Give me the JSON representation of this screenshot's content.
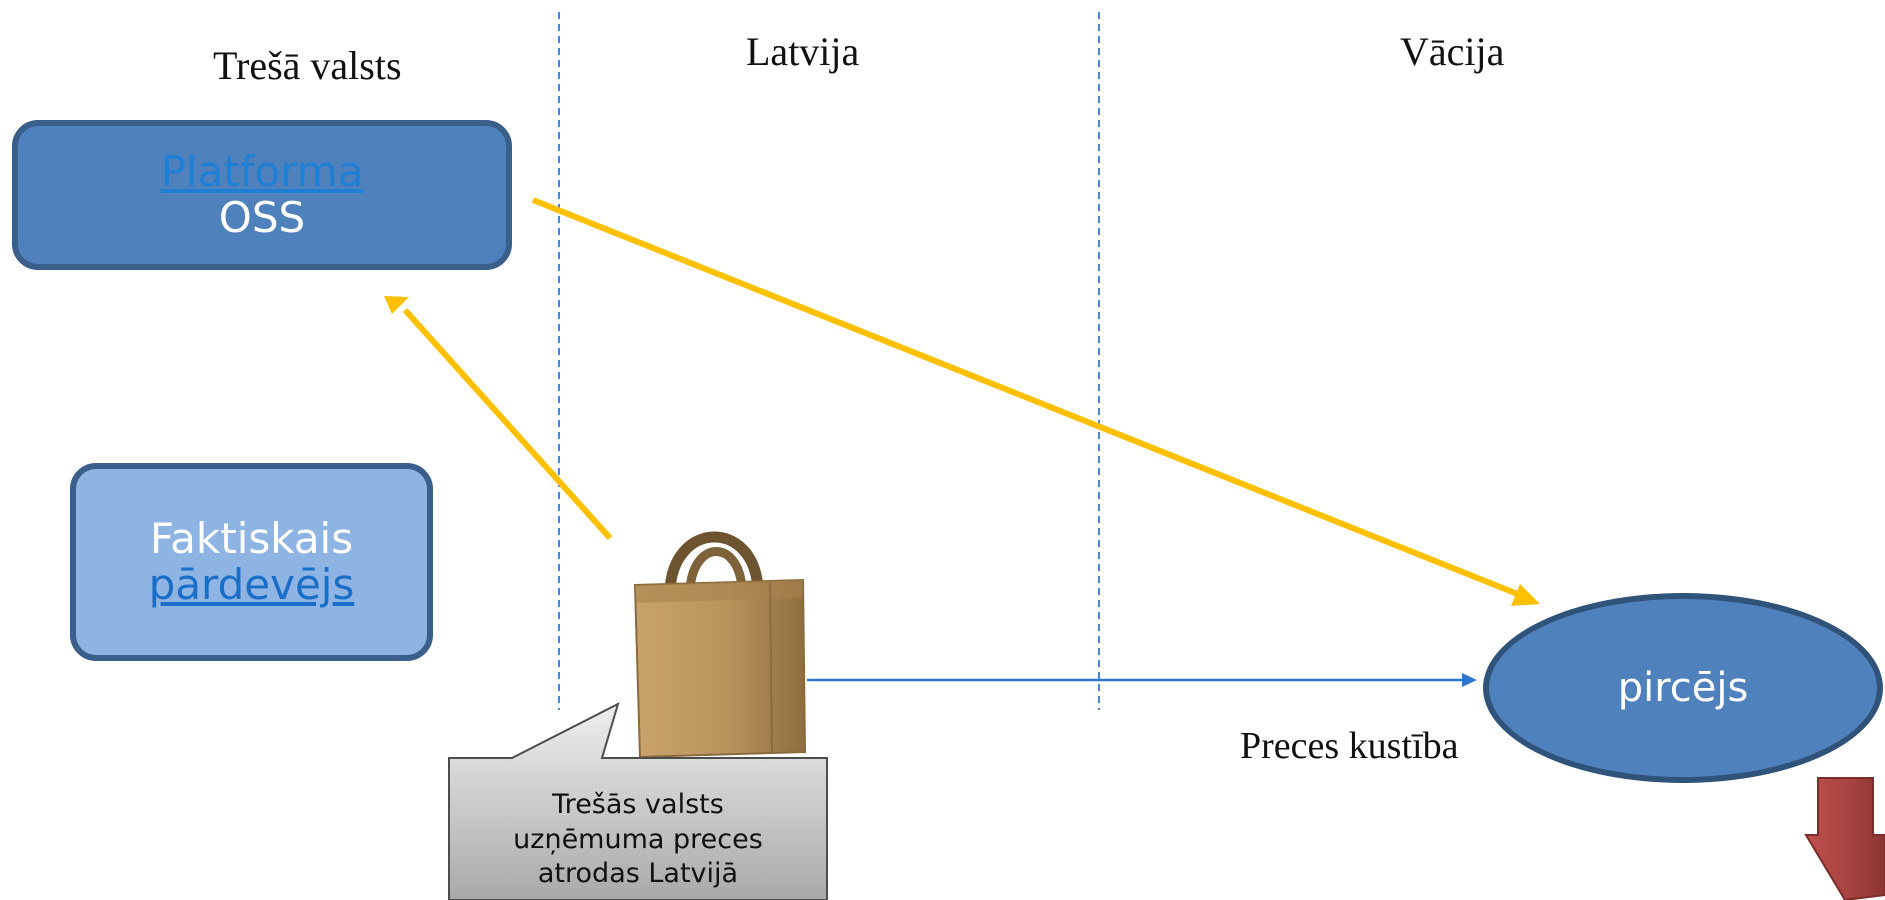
{
  "columns": {
    "third_country": "Trešā valsts",
    "latvia": "Latvija",
    "germany": "Vācija"
  },
  "platform": {
    "link_text": "Platforma",
    "subtitle": "OSS"
  },
  "seller": {
    "title": "Faktiskais",
    "link_text": "pārdevējs"
  },
  "buyer": {
    "label": "pircējs"
  },
  "goods_movement_label": "Preces kustība",
  "callout": {
    "lines": [
      "Trešās valsts",
      "uzņēmuma preces",
      "atrodas Latvijā"
    ]
  },
  "colors": {
    "flow_arrow": "#ffc000",
    "goods_arrow": "#2e75d0",
    "divider": "#4a86d8",
    "box_fill": "#4f81bd",
    "box_fill_light": "#8eb4e3",
    "box_border": "#3a5f8b",
    "down_arrow": "#c0504d"
  },
  "icons": {
    "goods": "jute-bag-icon",
    "nav": "down-arrow-icon"
  }
}
